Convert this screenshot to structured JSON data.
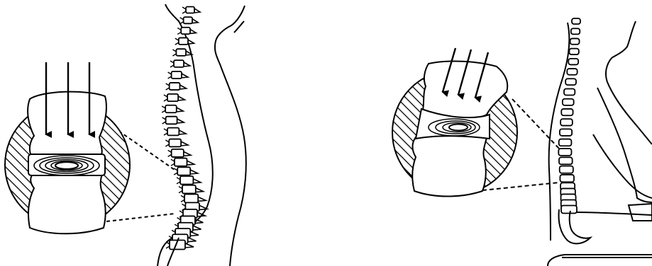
{
  "diagram": {
    "panels": [
      {
        "posture": "standing",
        "arrow_count": 3,
        "arrow_direction": "vertical",
        "disc_load": "even"
      },
      {
        "posture": "seated",
        "arrow_count": 3,
        "arrow_direction": "angled",
        "disc_load": "uneven"
      }
    ],
    "colors": {
      "ink": "#000000",
      "background": "#ffffff"
    }
  }
}
